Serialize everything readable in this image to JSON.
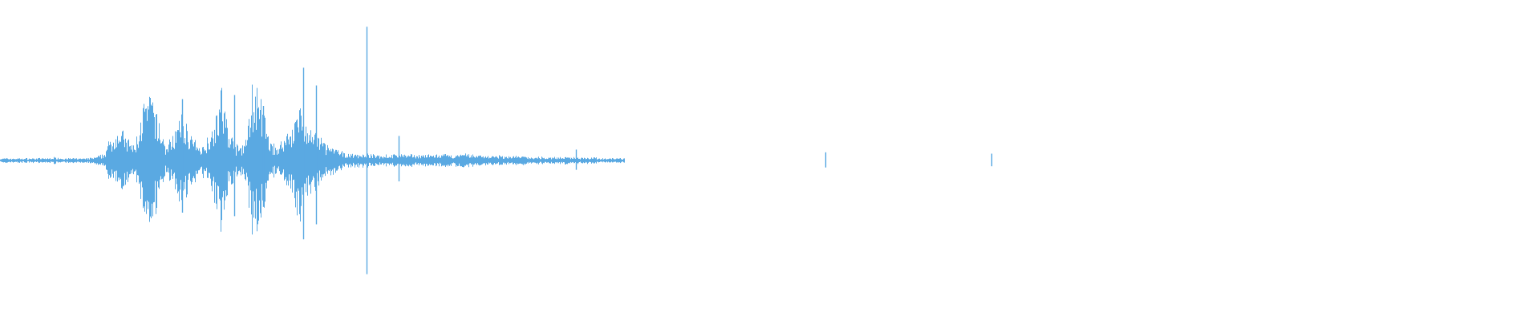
{
  "waveform": {
    "color": "#5AA9E2",
    "background": "#FFFFFF",
    "duration_fraction": 0.405,
    "envelope": [
      0.02,
      0.02,
      0.02,
      0.02,
      0.02,
      0.02,
      0.02,
      0.03,
      0.02,
      0.02,
      0.02,
      0.02,
      0.03,
      0.05,
      0.2,
      0.3,
      0.2,
      0.12,
      0.48,
      0.6,
      0.36,
      0.12,
      0.26,
      0.4,
      0.26,
      0.12,
      0.16,
      0.38,
      0.62,
      0.25,
      0.12,
      0.16,
      0.7,
      0.52,
      0.18,
      0.12,
      0.2,
      0.35,
      0.52,
      0.3,
      0.24,
      0.16,
      0.12,
      0.08,
      0.06,
      0.06,
      0.06,
      0.05,
      0.05,
      0.05,
      0.05,
      0.06,
      0.05,
      0.05,
      0.05,
      0.05,
      0.05,
      0.05,
      0.05,
      0.06,
      0.05,
      0.05,
      0.04,
      0.04,
      0.04,
      0.04,
      0.04,
      0.03,
      0.03,
      0.03,
      0.03,
      0.03,
      0.03,
      0.03,
      0.03,
      0.03,
      0.02,
      0.02,
      0.02,
      0.02
    ],
    "peaks": [
      {
        "position": 0.118,
        "amplitude": 0.45
      },
      {
        "position": 0.152,
        "amplitude": 0.48
      },
      {
        "position": 0.171,
        "amplitude": 0.4
      },
      {
        "position": 0.197,
        "amplitude": 0.68
      },
      {
        "position": 0.205,
        "amplitude": 0.55
      },
      {
        "position": 0.238,
        "amplitude": 0.98
      },
      {
        "position": 0.259,
        "amplitude": 0.18
      },
      {
        "position": 0.374,
        "amplitude": 0.08
      },
      {
        "position": 0.536,
        "amplitude": 0.06
      },
      {
        "position": 0.644,
        "amplitude": 0.05
      }
    ]
  }
}
